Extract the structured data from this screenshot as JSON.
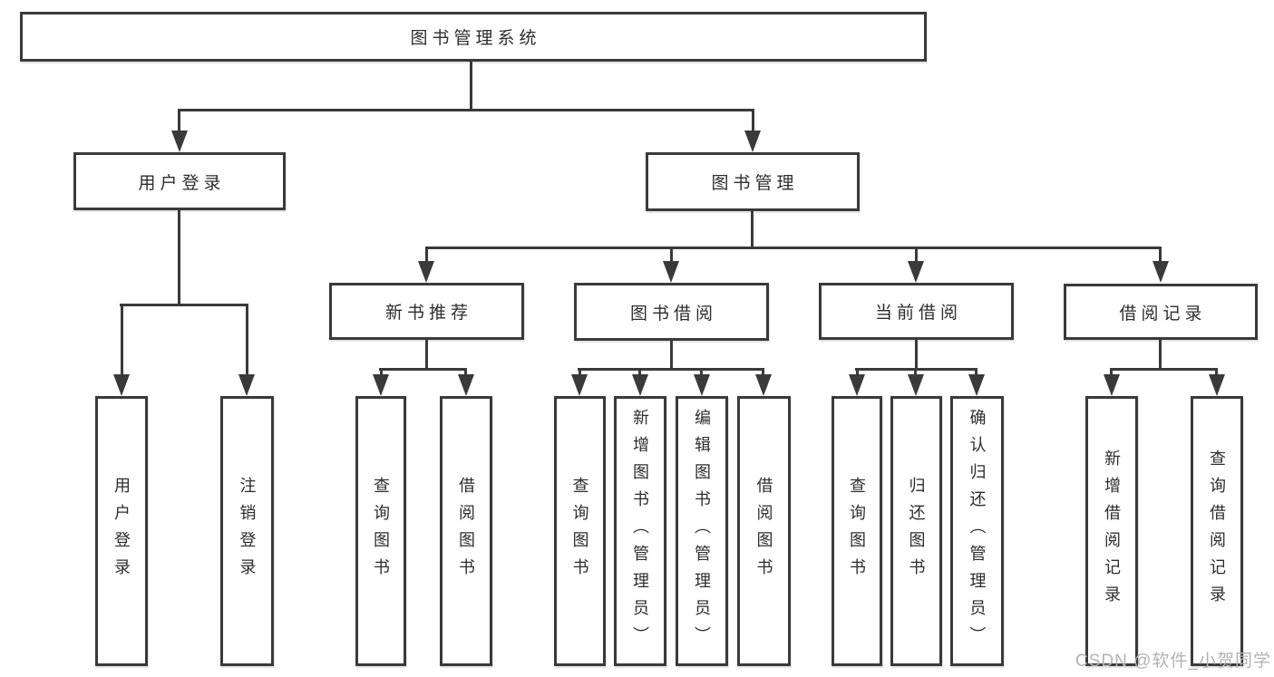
{
  "diagram": {
    "title": "图书管理系统",
    "level2": [
      "用户登录",
      "图书管理"
    ],
    "level3": [
      "新书推荐",
      "图书借阅",
      "当前借阅",
      "借阅记录"
    ],
    "leaves": {
      "user": [
        "用户登录",
        "注销登录"
      ],
      "newbook": [
        "查询图书",
        "借阅图书"
      ],
      "borrow": [
        "查询图书",
        "新增图书（管理员）",
        "编辑图书（管理员）",
        "借阅图书"
      ],
      "current": [
        "查询图书",
        "归还图书",
        "确认归还（管理员）"
      ],
      "records": [
        "新增借阅记录",
        "查询借阅记录"
      ]
    },
    "watermark": "CSDN @软件_小贺同学",
    "colors": {
      "line": "#3a3a3a",
      "text": "#2d2d2d",
      "watermark": "#b3b3b3",
      "background": "#ffffff"
    }
  }
}
